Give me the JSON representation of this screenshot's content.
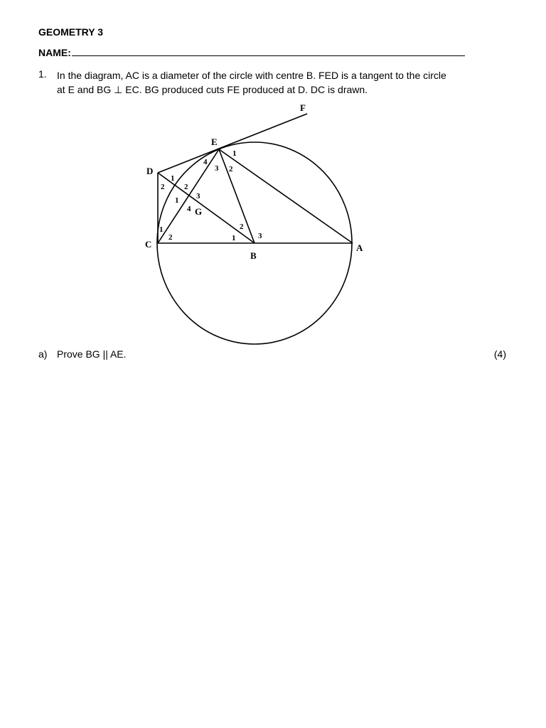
{
  "header": {
    "title": "GEOMETRY 3",
    "name_label": "NAME:"
  },
  "question": {
    "number": "1.",
    "line1": "In the diagram, AC is a diameter of the circle with centre B.  FED is a tangent to the circle",
    "line2": "at E and BG ⊥ EC. BG produced cuts FE produced at D. DC is drawn."
  },
  "diagram": {
    "points": {
      "F": "F",
      "E": "E",
      "D": "D",
      "C": "C",
      "B": "B",
      "A": "A",
      "G": "G"
    },
    "angle_labels": {
      "E1": "1",
      "E2": "2",
      "E3": "3",
      "E4": "4",
      "D1": "1",
      "D2": "2",
      "G1": "1",
      "G2": "2",
      "G3": "3",
      "G4": "4",
      "C1": "1",
      "C2": "2",
      "B1": "1",
      "B2": "2",
      "B3": "3"
    }
  },
  "part_a": {
    "label": "a)",
    "text": "Prove BG || AE.",
    "marks": "(4)"
  }
}
